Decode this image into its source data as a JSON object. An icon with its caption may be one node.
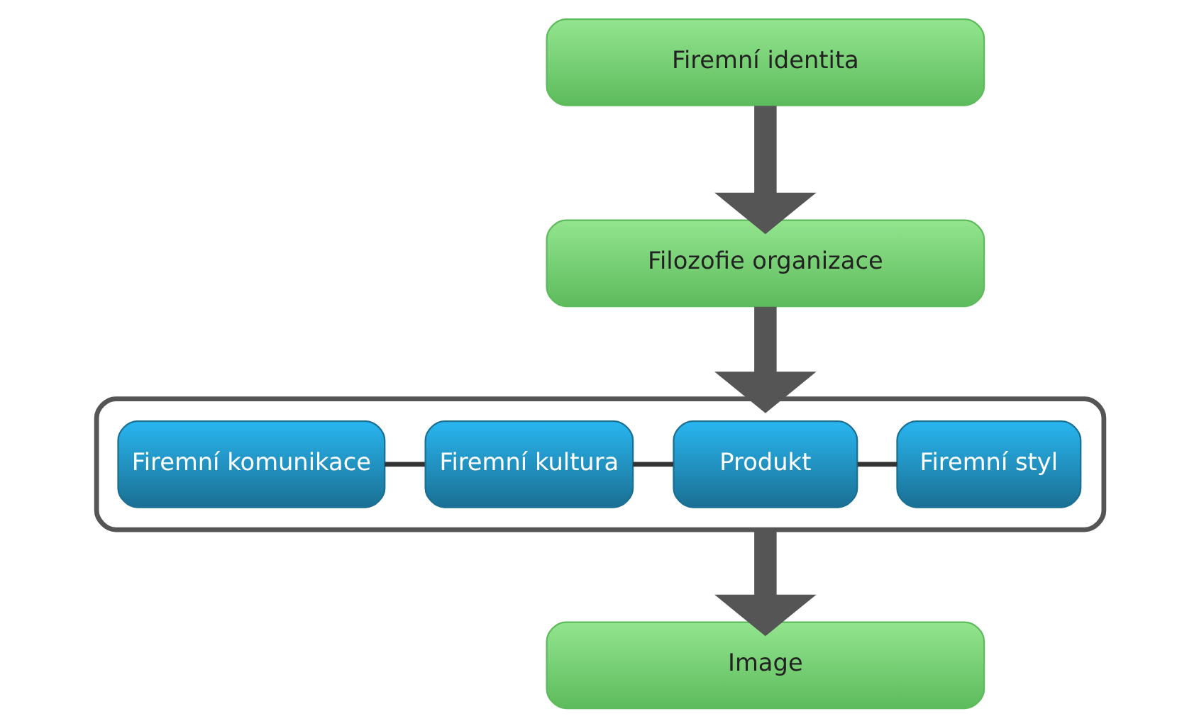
{
  "diagram": {
    "nodes": [
      {
        "text": [
          "Firemní identita"
        ]
      },
      {
        "text": [
          "Filozofie organizace"
        ]
      },
      {
        "text": [],
        "shape": "box"
      },
      {
        "text": [
          "Firemní komunikace"
        ],
        "in": 2
      },
      {
        "text": [
          "Firemní kultura"
        ],
        "in": 2
      },
      {
        "text": [
          "Produkt"
        ],
        "in": 2
      },
      {
        "text": [
          "Firemní styl"
        ],
        "in": 2
      },
      {
        "text": [
          "Image"
        ]
      }
    ],
    "edges": [
      {
        "from": 0,
        "to": 1,
        "arrow": "to",
        "style": "thick"
      },
      {
        "from": 1,
        "to": 2,
        "arrow": "to",
        "style": "thick"
      },
      {
        "from": 3,
        "to": 4,
        "arrow": "none"
      },
      {
        "from": 4,
        "to": 5,
        "arrow": "none"
      },
      {
        "from": 5,
        "to": 6,
        "arrow": "none"
      },
      {
        "from": 2,
        "to": 7,
        "arrow": "to",
        "style": "thick"
      }
    ]
  }
}
